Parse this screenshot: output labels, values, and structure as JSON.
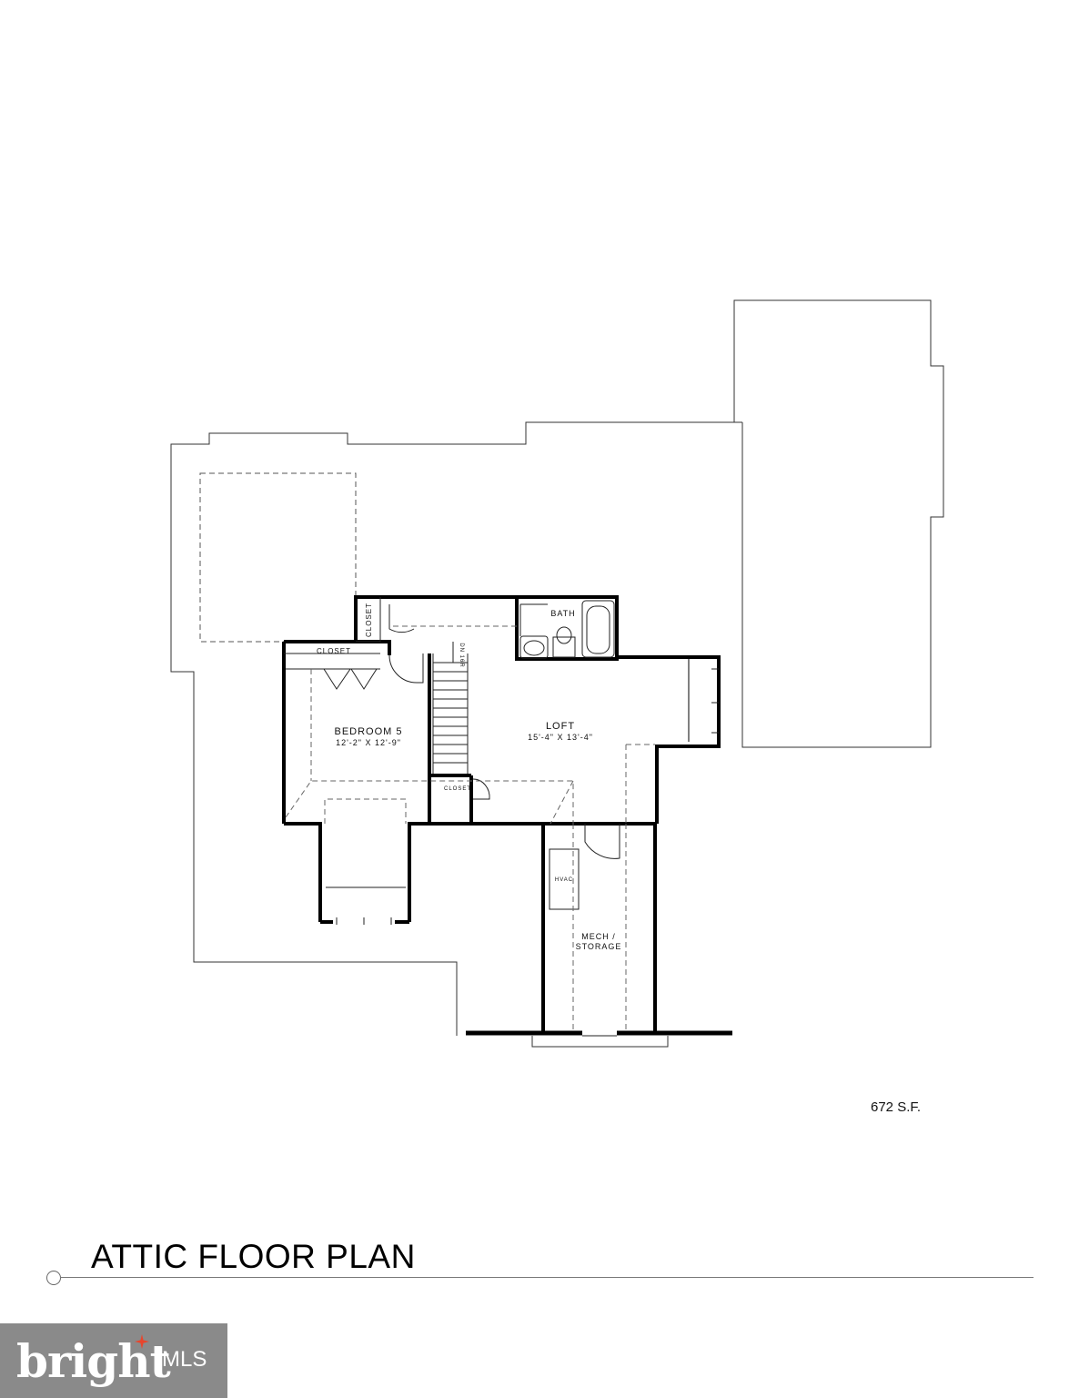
{
  "plan": {
    "title": "ATTIC FLOOR PLAN",
    "area": "672 S.F."
  },
  "rooms": {
    "closet_vertical": "CLOSET",
    "closet_bedroom": "CLOSET",
    "bath": "BATH",
    "stair": "DN 16R",
    "bedroom_name": "BEDROOM 5",
    "bedroom_dims": "12'-2\" X 12'-9\"",
    "loft_name": "LOFT",
    "loft_dims": "15'-4\" X 13'-4\"",
    "closet_small": "CLOSET",
    "hvac": "HVAC",
    "mech_line1": "MECH /",
    "mech_line2": "STORAGE"
  },
  "brand": {
    "word": "bright",
    "suffix": "MLS",
    "star_color": "#e8452c"
  }
}
